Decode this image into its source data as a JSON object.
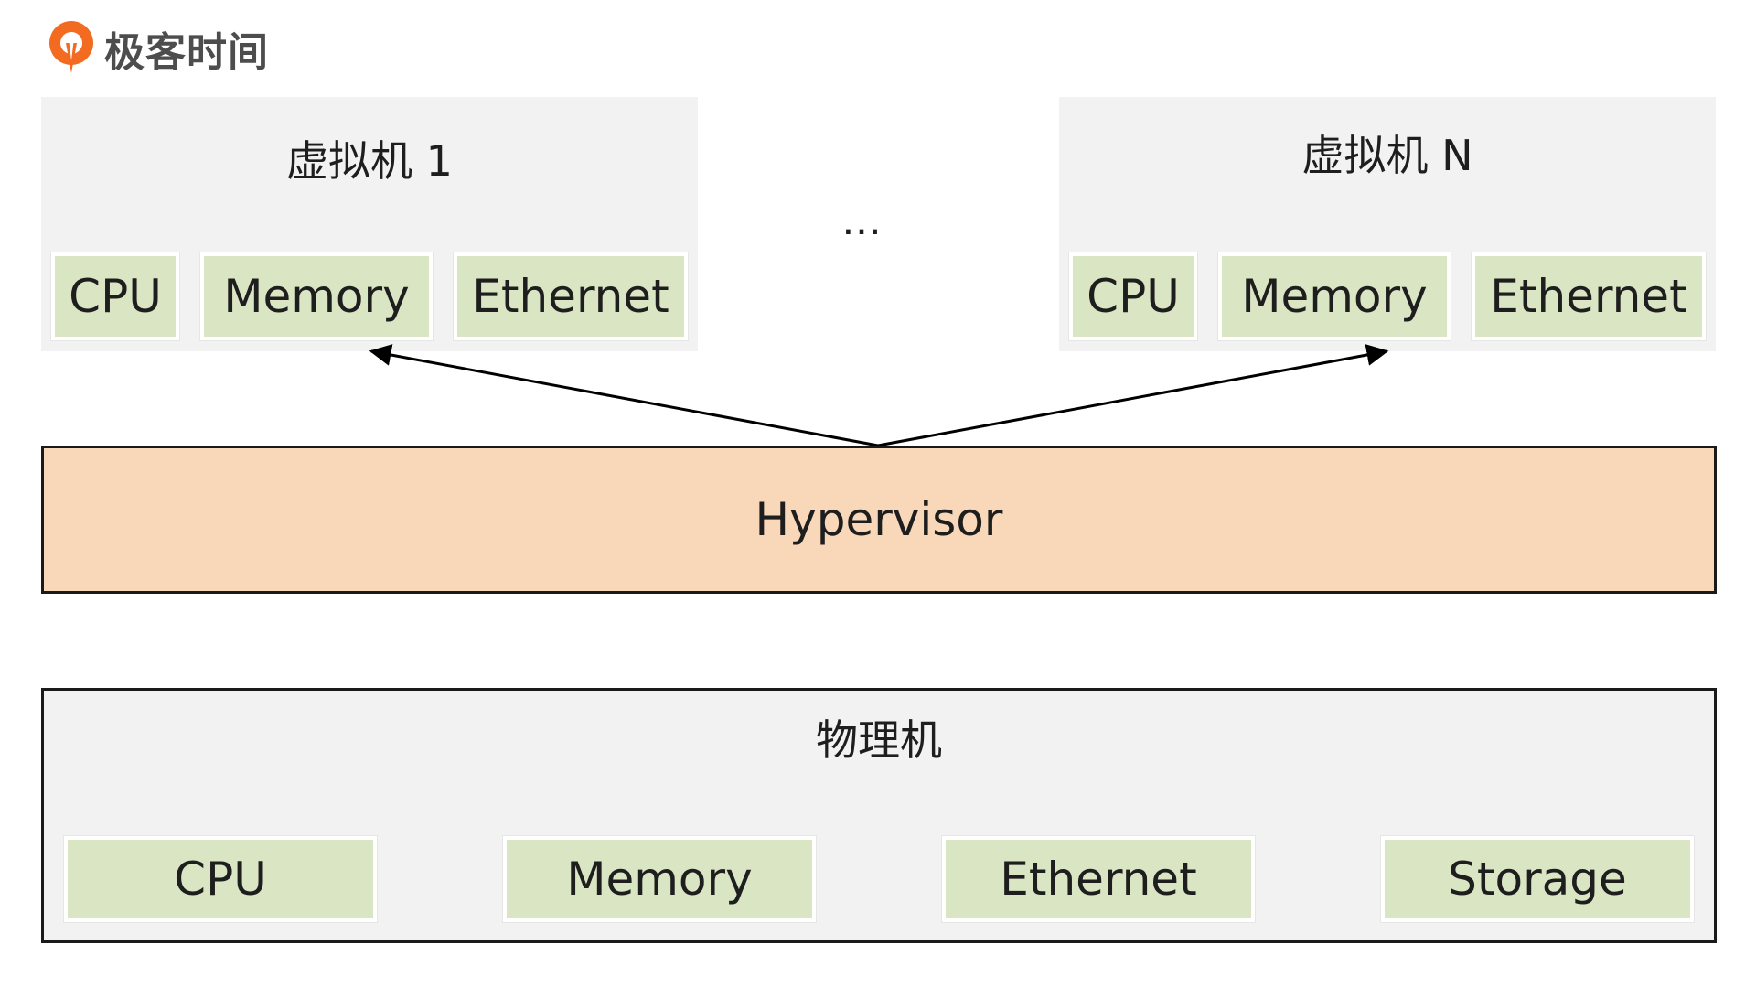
{
  "brand": {
    "name": "极客时间",
    "logo_icon": "geektime-logo-icon",
    "accent": "#f26b21"
  },
  "vm_left": {
    "title": "虚拟机 1",
    "resources": [
      "CPU",
      "Memory",
      "Ethernet"
    ]
  },
  "ellipsis": "…",
  "vm_right": {
    "title": "虚拟机 N",
    "resources": [
      "CPU",
      "Memory",
      "Ethernet"
    ]
  },
  "hypervisor": {
    "label": "Hypervisor",
    "color": "#f9d7b9"
  },
  "physical": {
    "title": "物理机",
    "resources": [
      "CPU",
      "Memory",
      "Ethernet",
      "Storage"
    ]
  },
  "colors": {
    "resource_fill": "#d9e5c3",
    "panel_fill": "#f2f2f2"
  }
}
